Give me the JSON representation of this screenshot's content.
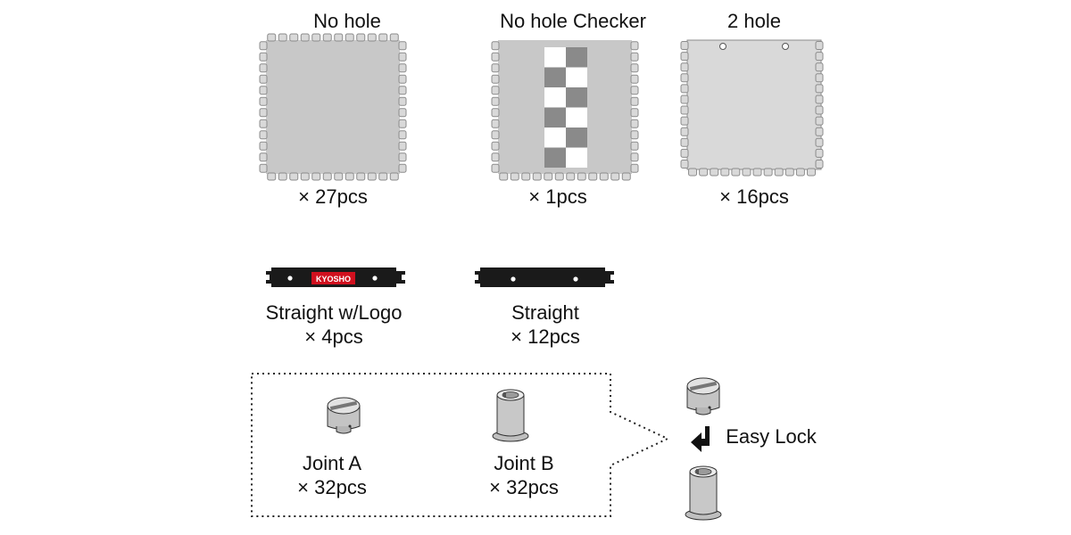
{
  "tiles": [
    {
      "title": "No hole",
      "count": "× 27pcs"
    },
    {
      "title": "No hole Checker",
      "count": "× 1pcs"
    },
    {
      "title": "2 hole",
      "count": "× 16pcs"
    }
  ],
  "rails": [
    {
      "title": "Straight w/Logo",
      "count": "× 4pcs",
      "logo": "KYOSHO"
    },
    {
      "title": "Straight",
      "count": "× 12pcs"
    }
  ],
  "joints": [
    {
      "title": "Joint A",
      "count": "× 32pcs"
    },
    {
      "title": "Joint B",
      "count": "× 32pcs"
    }
  ],
  "easy_lock": {
    "label": "Easy Lock"
  },
  "colors": {
    "tile_fill": "#c8c8c8",
    "tile_light": "#d9d9d9",
    "tile_edge": "#8c8c8c",
    "checker_dark": "#8a8a8a",
    "rail_black": "#1a1a1a",
    "logo_red": "#d0101e"
  }
}
